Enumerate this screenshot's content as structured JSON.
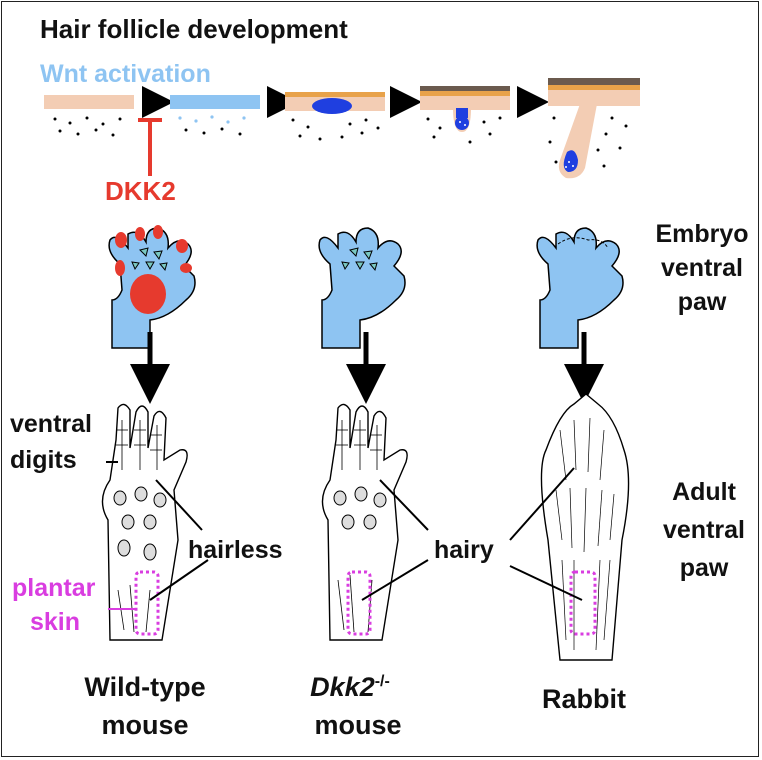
{
  "title": "Hair follicle development",
  "wnt_label": "Wnt activation",
  "dkk2_label": "DKK2",
  "embryo_label": [
    "Embryo",
    "ventral",
    "paw"
  ],
  "adult_label": [
    "Adult",
    "ventral",
    "paw"
  ],
  "ventral_digits_label": [
    "ventral",
    "digits"
  ],
  "hairless_label": "hairless",
  "hairy_label": "hairy",
  "plantar_label": [
    "plantar",
    "skin"
  ],
  "wildtype_label": [
    "Wild-type",
    "mouse"
  ],
  "dkk2_ko_label": {
    "gene": "Dkk2",
    "superscript": "-/-",
    "line2": "mouse"
  },
  "rabbit_label": "Rabbit",
  "colors": {
    "wnt_blue": "#8ec4f2",
    "inhibitor_red": "#e63a2e",
    "plantar_magenta": "#d93de0",
    "skin_pink": "#f3cdb4",
    "placode_blue": "#1f3fe0"
  }
}
